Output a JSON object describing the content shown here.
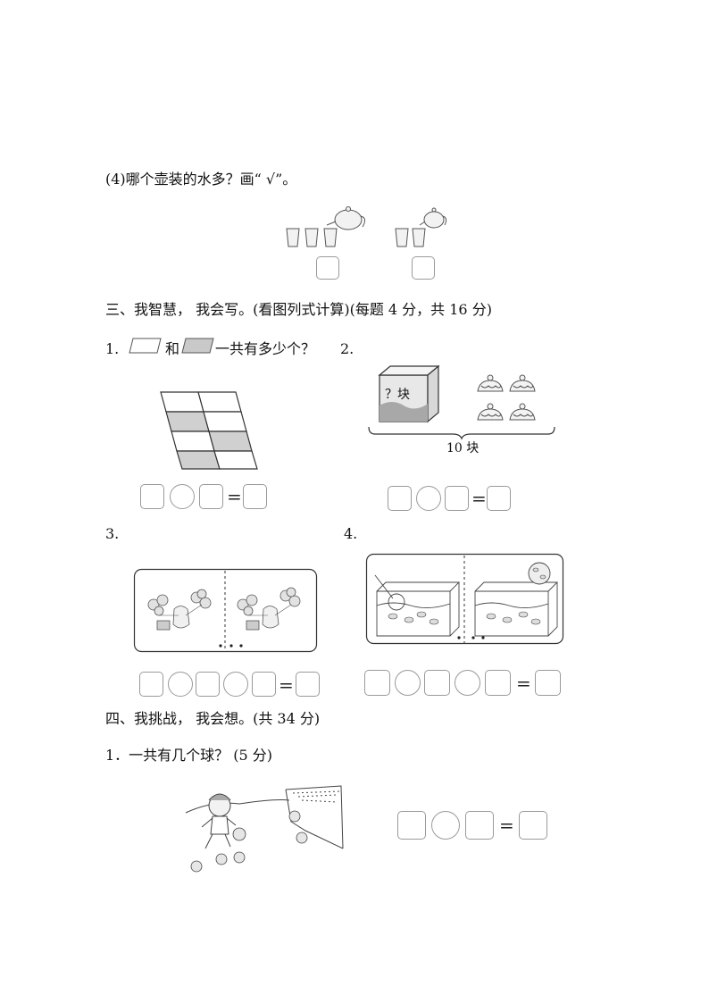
{
  "q4_prompt": "(4)哪个壶装的水多？画“ √”。",
  "section3": {
    "heading": "三、我智慧，  我会写。(看图列式计算)(每题 4  分，共 16  分)",
    "p1_num": "1.",
    "p1_and": "和",
    "p1_text": "一共有多少个？",
    "p2_num": "2.",
    "p2_box_label": "？块",
    "p2_total": "10 块",
    "p3_num": "3.",
    "p4_num": "4."
  },
  "section4": {
    "heading": "四、我挑战，  我会想。(共 34  分)",
    "p1_text": "1．一共有几个球？  (5  分)"
  },
  "equals": "="
}
